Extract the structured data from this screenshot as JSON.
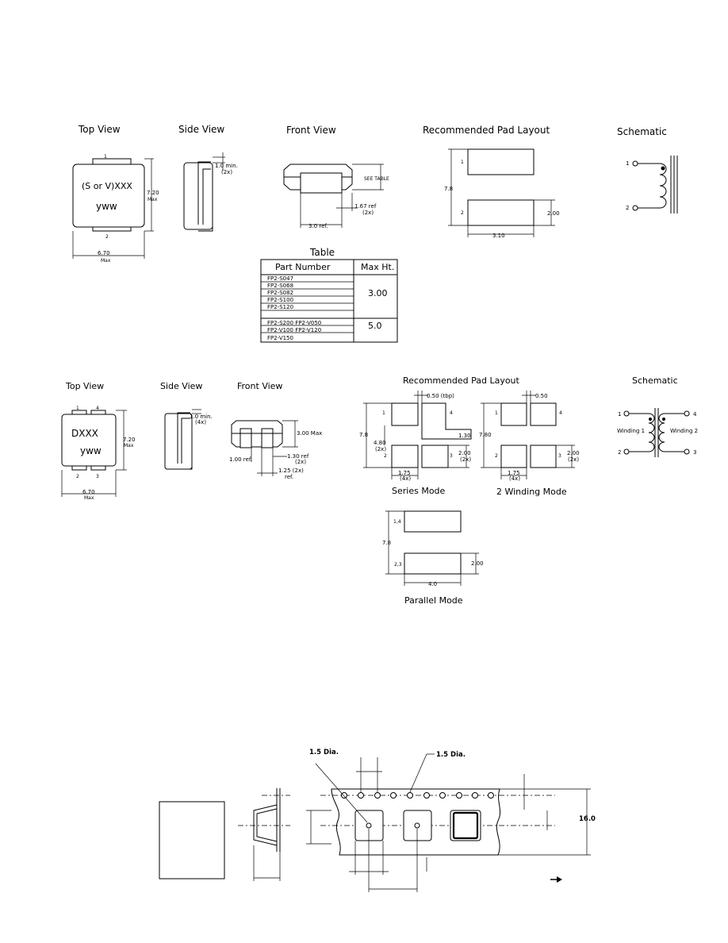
{
  "section1": {
    "titles": {
      "top_view": "Top View",
      "side_view": "Side View",
      "front_view": "Front View",
      "pad_layout": "Recommended Pad Layout",
      "schematic": "Schematic"
    },
    "top_view": {
      "pin_top": "1",
      "pin_bottom": "2",
      "marking_line1": "(S or V)XXX",
      "marking_line2": "yww",
      "height_value": "7.20",
      "height_note": "Max",
      "width_value": "6.70",
      "width_note": "Max"
    },
    "side_view": {
      "dim_value": "1.0 min.",
      "dim_note": "(2x)"
    },
    "front_view": {
      "see_table": "SEE TABLE",
      "pad_dim": "1.67 ref",
      "pad_dim_note": "(2x)",
      "width_dim": "3.0 ref."
    },
    "pad_layout": {
      "pin1": "1",
      "pin2": "2",
      "height": "7.8",
      "pad_height": "2.00",
      "pad_width": "3.10"
    },
    "schematic": {
      "pin1": "1",
      "pin2": "2"
    },
    "table": {
      "title": "Table",
      "header_part": "Part Number",
      "header_ht": "Max  Ht.",
      "group1_parts": [
        "FP2-S047",
        "FP2-S068",
        "FP2-S082",
        "FP2-S100",
        "FP2-S120"
      ],
      "group1_ht": "3.00",
      "group2_parts": [
        "FP2-S200   FP2-V050",
        "FP2-V100   FP2-V120",
        "FP2-V150"
      ],
      "group2_ht": "5.0"
    }
  },
  "section2": {
    "titles": {
      "top_view": "Top View",
      "side_view": "Side View",
      "front_view": "Front View",
      "pad_layout": "Recommended Pad Layout",
      "schematic": "Schematic",
      "series_mode": "Series Mode",
      "winding_mode": "2 Winding Mode",
      "parallel_mode": "Parallel Mode"
    },
    "top_view": {
      "pins_top": [
        "1",
        "4"
      ],
      "pins_bottom": [
        "2",
        "3"
      ],
      "marking_line1": "DXXX",
      "marking_line2": "yww",
      "height_value": "7.20",
      "height_note": "Max",
      "width_value": "6.70",
      "width_note": "Max"
    },
    "side_view": {
      "dim_value": "1.0 min.",
      "dim_note": "(4x)"
    },
    "front_view": {
      "height": "3.00 Max",
      "ref_dim": "1.00 ref.",
      "pad_dim": "1.30 ref",
      "pad_dim_note": "(2x)",
      "width_dim": "1.25 (2x)",
      "width_dim_note": "ref."
    },
    "series": {
      "tbp": "0.50 (tbp)",
      "pins": [
        "1",
        "4",
        "2",
        "3"
      ],
      "height": "7.8",
      "inner_h": "4.80",
      "inner_h_note": "(2x)",
      "gap": "1.30",
      "pad_h": "2.00",
      "pad_h_note": "(2x)",
      "pad_w": "1.75",
      "pad_w_note": "(4x)"
    },
    "winding": {
      "gap": "0.50",
      "pins": [
        "1",
        "4",
        "2",
        "3"
      ],
      "height": "7.80",
      "pad_h": "2.00",
      "pad_h_note": "(2x)",
      "pad_w": "1.75",
      "pad_w_note": "(4x)"
    },
    "parallel": {
      "pin_a": "1,4",
      "pin_b": "2,3",
      "height": "7.8",
      "pad_h": "2.00",
      "pad_w": "4.0"
    },
    "schematic": {
      "pins": [
        "1",
        "4",
        "2",
        "3"
      ],
      "winding1": "Winding 1",
      "winding2": "Winding 2"
    }
  },
  "section3": {
    "hole_dia_left": "1.5 Dia.",
    "hole_dia_right": "1.5 Dia.",
    "tape_width": "16.0"
  }
}
